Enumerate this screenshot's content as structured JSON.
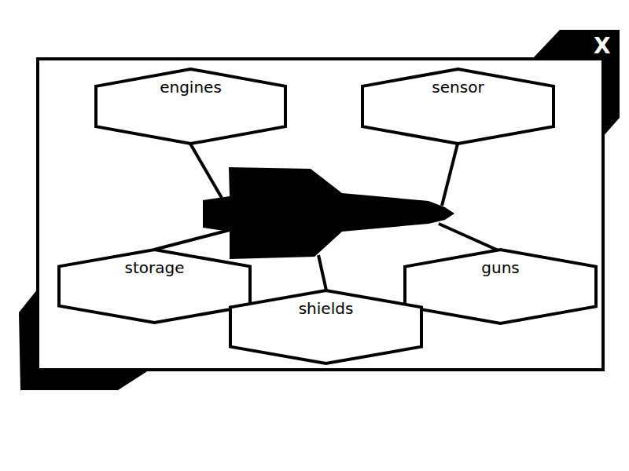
{
  "diagram": {
    "nodes": [
      {
        "text": [
          "engines"
        ]
      },
      {
        "text": [
          "sensor"
        ]
      },
      {
        "text": [
          "storage"
        ]
      },
      {
        "text": [
          "guns"
        ]
      },
      {
        "text": [
          "shields"
        ]
      }
    ],
    "labels": [
      "X"
    ]
  }
}
